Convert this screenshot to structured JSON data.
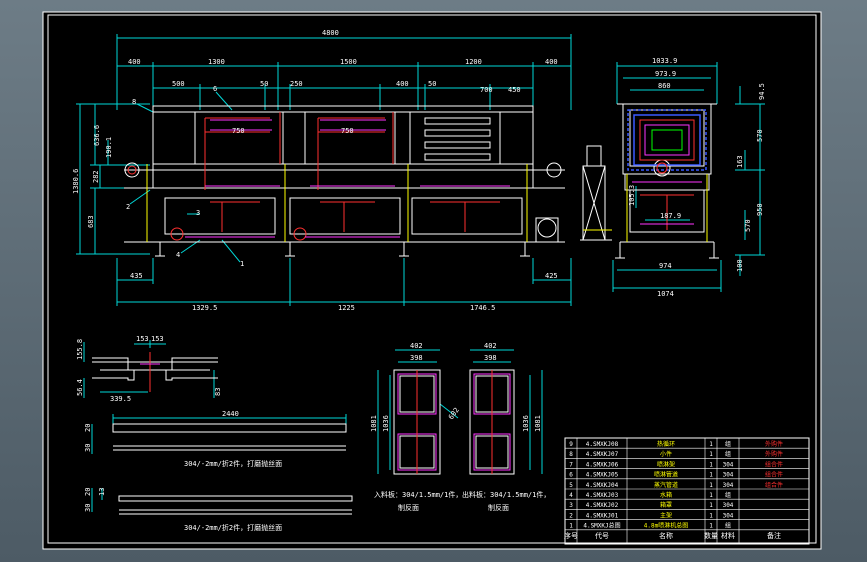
{
  "colors": {
    "background": "#000000",
    "frame": "#5b6a74",
    "border": "#ffffff",
    "dimension": "#00d7d7",
    "geometry": "#ffffff",
    "magenta": "#ff33ff",
    "red": "#ff3030",
    "yellow": "#ffff00",
    "blue": "#3a5bff",
    "green": "#00ff00"
  },
  "front_view": {
    "overall_width": "4800",
    "top_segments": [
      "400",
      "1300",
      "1500",
      "1200",
      "400"
    ],
    "sub_segments": [
      "500",
      "50",
      "250",
      "400",
      "50",
      "700",
      "450"
    ],
    "inner_dims": [
      "750",
      "750"
    ],
    "left_heights": [
      "636.6",
      "190.1",
      "1380.6",
      "282",
      "683"
    ],
    "bottom_dims": [
      "435",
      "1329.5",
      "1225",
      "1746.5",
      "425"
    ],
    "callouts": [
      "8",
      "6",
      "2",
      "3",
      "4",
      "1"
    ]
  },
  "side_view": {
    "top_dims": [
      "1033.9",
      "973.9",
      "860"
    ],
    "right_dims": [
      "94.5",
      "570",
      "163",
      "950",
      "570",
      "100"
    ],
    "inner_dims": [
      "105.3",
      "187.9"
    ],
    "bottom_dims": [
      "974",
      "1074"
    ]
  },
  "detail": {
    "dims": [
      "155.8",
      "153",
      "153",
      "56.4",
      "339.5",
      "83"
    ],
    "length_1": "2440",
    "dims_1": [
      "30",
      "20"
    ],
    "note_1": "304/-2mm/折2件，打磨抛丝面",
    "dims_2": [
      "30",
      "20",
      "13"
    ],
    "note_2": "304/-2mm/折2件，打磨抛丝面"
  },
  "cross_sections": {
    "top_a": [
      "402",
      "398"
    ],
    "side_a": [
      "1081",
      "1036"
    ],
    "label_a": "602",
    "note_a_1": "入料板：304/1.5mm/1件，",
    "note_a_2": "制反面",
    "top_b": [
      "402",
      "398"
    ],
    "side_b": [
      "1036",
      "1081"
    ],
    "note_b_1": "出料板：304/1.5mm/1件，",
    "note_b_2": "制反面"
  },
  "parts_table": {
    "header": {
      "no": "序号",
      "code": "代号",
      "name": "名称",
      "qty": "数量",
      "material": "材料",
      "remark": "备注"
    },
    "rows": [
      {
        "no": "9",
        "code": "4.SMXKJ08",
        "name": "热循环",
        "qty": "1",
        "material": "组",
        "remark": "外购件"
      },
      {
        "no": "8",
        "code": "4.SMXKJ07",
        "name": "小件",
        "qty": "1",
        "material": "组",
        "remark": "外购件"
      },
      {
        "no": "7",
        "code": "4.SMXKJ06",
        "name": "喷淋架",
        "qty": "1",
        "material": "304",
        "remark": "组合件"
      },
      {
        "no": "6",
        "code": "4.SMXKJ05",
        "name": "喷淋管道",
        "qty": "1",
        "material": "304",
        "remark": "组合件"
      },
      {
        "no": "5",
        "code": "4.SMXKJ04",
        "name": "蒸汽管道",
        "qty": "1",
        "material": "304",
        "remark": "组合件"
      },
      {
        "no": "4",
        "code": "4.SMXKJ03",
        "name": "水箱",
        "qty": "1",
        "material": "组",
        "remark": ""
      },
      {
        "no": "3",
        "code": "4.SMXKJ02",
        "name": "箱罩",
        "qty": "1",
        "material": "304",
        "remark": ""
      },
      {
        "no": "2",
        "code": "4.SMXKJ01",
        "name": "主架",
        "qty": "1",
        "material": "304",
        "remark": ""
      },
      {
        "no": "1",
        "code": "4.SMXKJ总图",
        "name": "4.8m喷淋机总图",
        "qty": "1",
        "material": "组",
        "remark": ""
      }
    ]
  }
}
